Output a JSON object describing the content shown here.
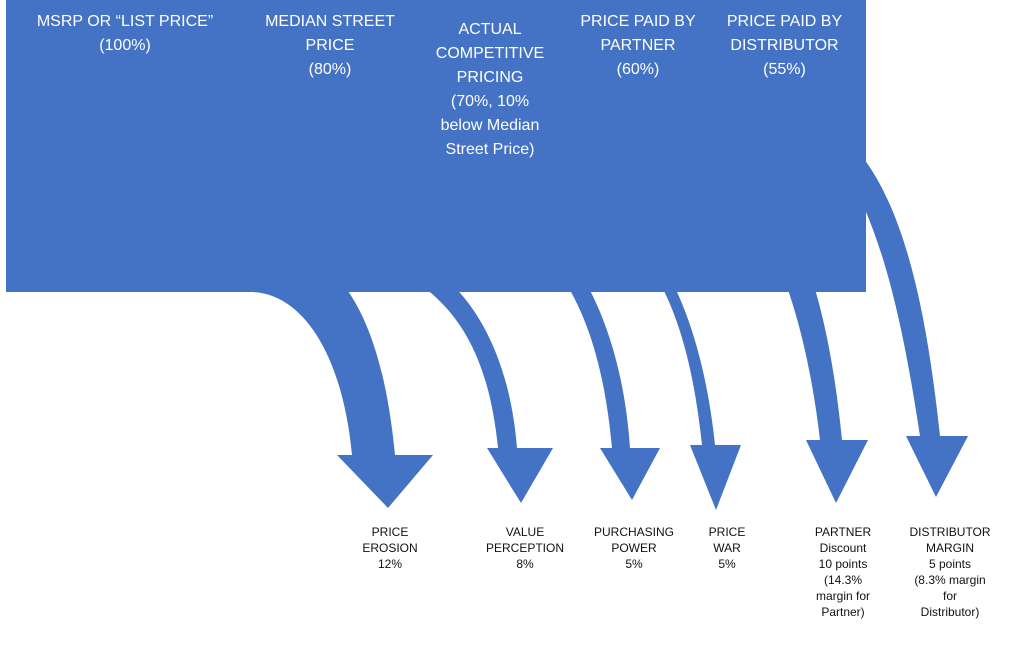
{
  "colors": {
    "arrow_fill": "#4472C4",
    "header_text": "#FFFFFF",
    "label_text": "#111111"
  },
  "headers": [
    {
      "id": "msrp",
      "lines": [
        "MSRP OR “LIST PRICE”",
        "(100%)"
      ]
    },
    {
      "id": "median-street",
      "lines": [
        "MEDIAN STREET",
        "PRICE",
        "(80%)"
      ]
    },
    {
      "id": "actual-competitive",
      "lines": [
        "ACTUAL",
        "COMPETITIVE",
        "PRICING",
        "(70%, 10%",
        "below Median",
        "Street Price)"
      ]
    },
    {
      "id": "partner-price",
      "lines": [
        "PRICE PAID BY",
        "PARTNER",
        "(60%)"
      ]
    },
    {
      "id": "distributor-price",
      "lines": [
        "PRICE PAID BY",
        "DISTRIBUTOR",
        "(55%)"
      ]
    }
  ],
  "outcomes": [
    {
      "id": "price-erosion",
      "lines": [
        "PRICE",
        "EROSION",
        "12%"
      ]
    },
    {
      "id": "value-perception",
      "lines": [
        "VALUE",
        "PERCEPTION",
        "8%"
      ]
    },
    {
      "id": "purchasing-power",
      "lines": [
        "PURCHASING",
        "POWER",
        "5%"
      ]
    },
    {
      "id": "price-war",
      "lines": [
        "PRICE",
        "WAR",
        "5%"
      ]
    },
    {
      "id": "partner-discount",
      "lines": [
        "PARTNER",
        "Discount",
        "10 points",
        "(14.3%",
        "margin for",
        "Partner)"
      ]
    },
    {
      "id": "distributor-margin",
      "lines": [
        "DISTRIBUTOR",
        "MARGIN",
        "5 points",
        "(8.3% margin",
        "for",
        "Distributor)"
      ]
    }
  ]
}
